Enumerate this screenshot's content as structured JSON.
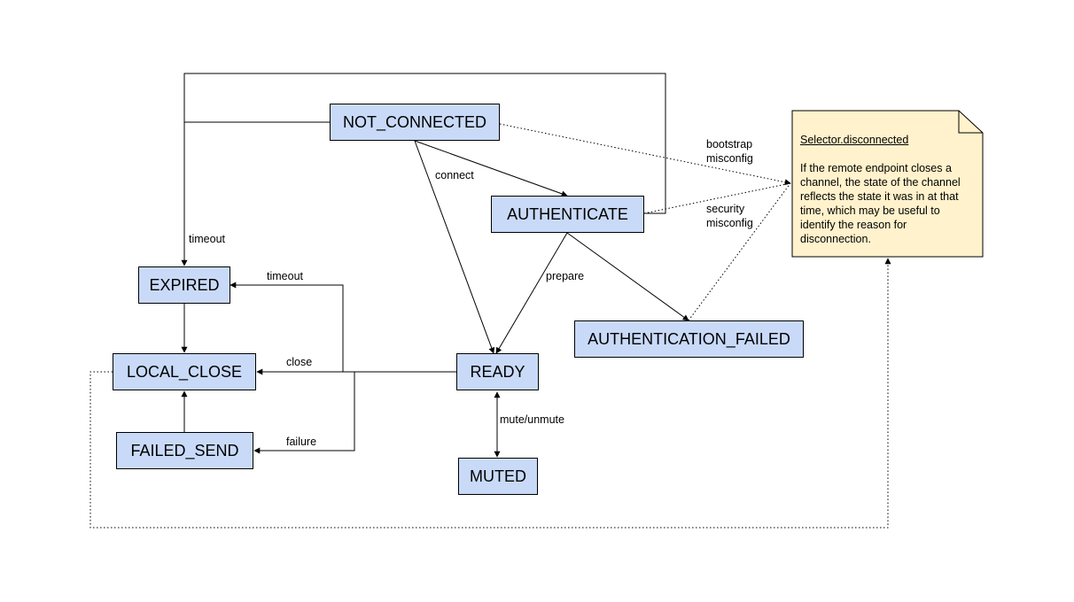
{
  "states": {
    "not_connected": "NOT_CONNECTED",
    "authenticate": "AUTHENTICATE",
    "expired": "EXPIRED",
    "local_close": "LOCAL_CLOSE",
    "failed_send": "FAILED_SEND",
    "ready": "READY",
    "muted": "MUTED",
    "authentication_failed": "AUTHENTICATION_FAILED"
  },
  "transitions": {
    "connect": "connect",
    "timeout_left": "timeout",
    "timeout_ready": "timeout",
    "prepare": "prepare",
    "close": "close",
    "failure": "failure",
    "mute_unmute": "mute/unmute",
    "bootstrap_misconfig_1": "bootstrap",
    "bootstrap_misconfig_2": "misconfig",
    "security_misconfig_1": "security",
    "security_misconfig_2": "misconfig"
  },
  "note": {
    "title": "Selector.disconnected",
    "body": "If the remote endpoint closes a channel, the state of the channel reflects the state it was in at that time, which may be useful to identify the reason for disconnection."
  },
  "colors": {
    "state_fill": "#c9daf8",
    "note_fill": "#fff2cc"
  }
}
